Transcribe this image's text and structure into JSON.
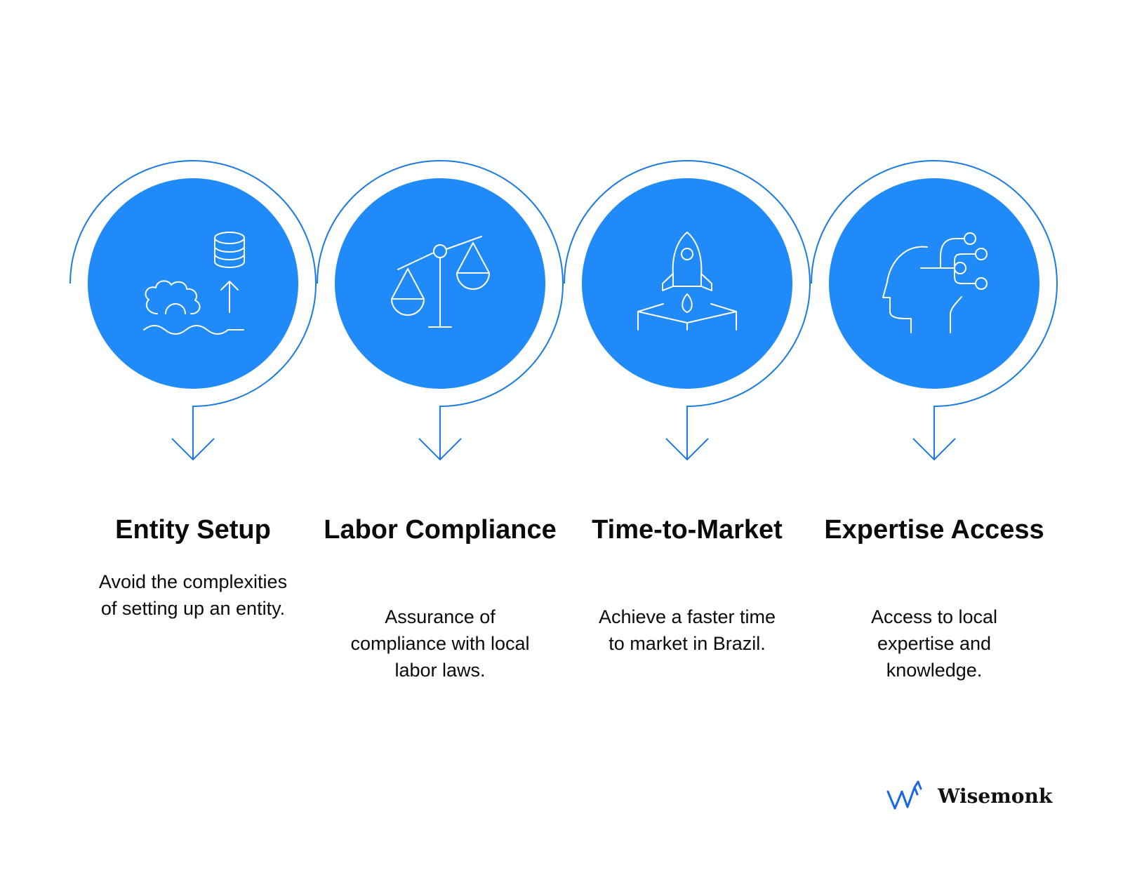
{
  "colors": {
    "accent": "#1f8af8",
    "line": "#1a7be6",
    "icon": "#ffffff",
    "text": "#0a0a0a"
  },
  "steps": [
    {
      "title": "Entity Setup",
      "description": "Avoid the complexities of setting up an entity.",
      "icon": "gear-database-icon"
    },
    {
      "title": "Labor Compliance",
      "description": "Assurance of compliance with local labor laws.",
      "icon": "scales-icon"
    },
    {
      "title": "Time-to-Market",
      "description": "Achieve a faster time to market in Brazil.",
      "icon": "rocket-launch-icon"
    },
    {
      "title": "Expertise Access",
      "description": "Access to local expertise and knowledge.",
      "icon": "head-network-icon"
    }
  ],
  "brand": {
    "name": "Wisemonk",
    "icon": "wisemonk-logo-icon"
  }
}
